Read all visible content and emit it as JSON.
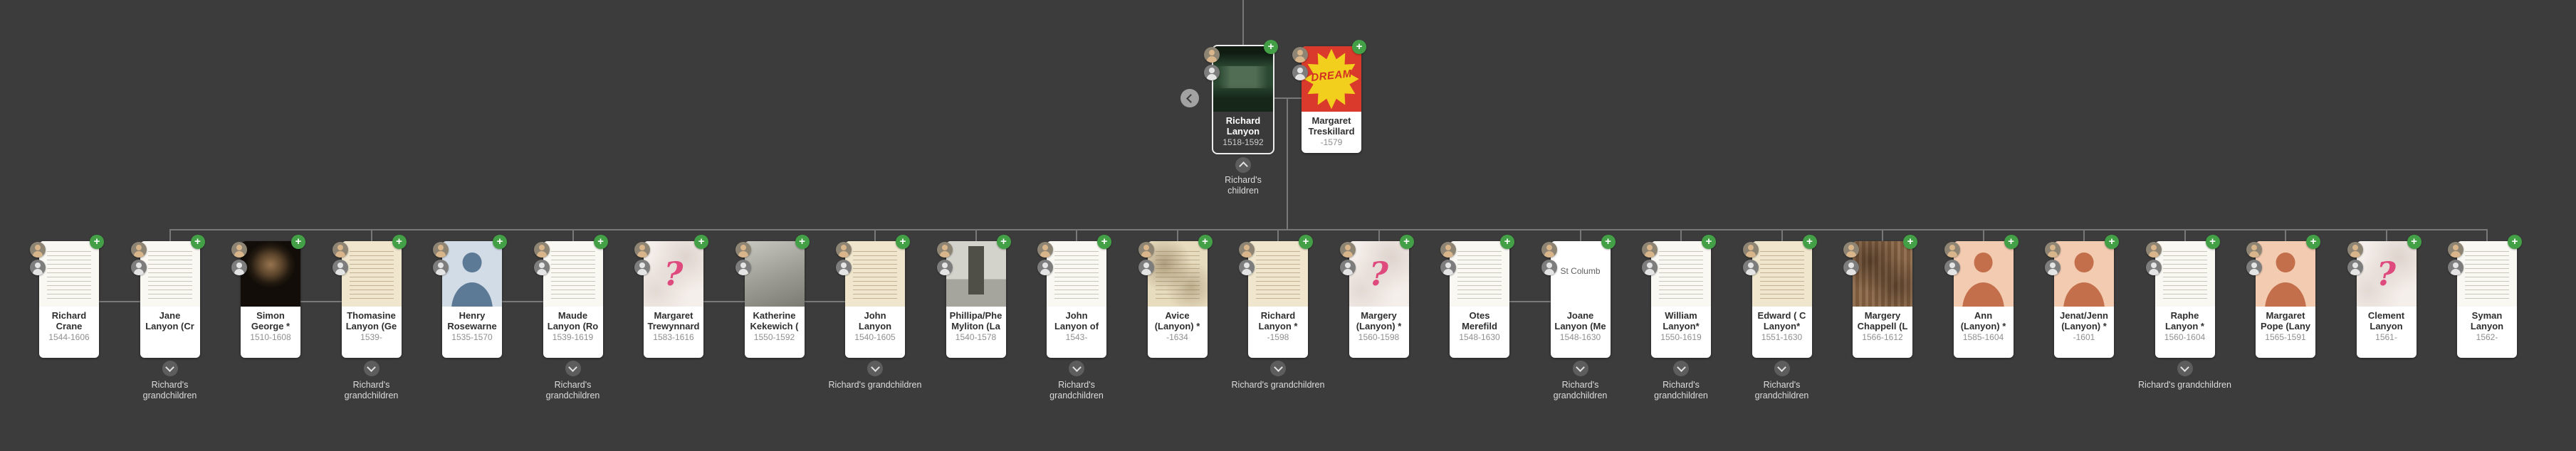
{
  "colors": {
    "background": "#3c3c3c",
    "line": "#787878",
    "card_bg": "#ffffff",
    "card_name": "#2f2f2f",
    "card_dates": "#8f8f8f",
    "selected_bg": "#3a3a3a",
    "selected_text": "#ffffff",
    "add_badge": "#43a047",
    "toggle_bg": "#5d5d5d",
    "toggle_glyph": "#e2e2e2",
    "label_text": "#dcdcdc",
    "back_btn_bg": "#a2a2a2",
    "question_pink": "#df4a7e"
  },
  "icons": {
    "add_relative": "+",
    "chevron_up": "chevron-up",
    "chevron_down": "chevron-down",
    "chevron_left": "chevron-left",
    "person_match": "person-silhouette"
  },
  "tree": {
    "children_toggle_label": "Richard's children",
    "expander_label": "Richard's grandchildren",
    "parents": [
      {
        "name": "Richard Lanyon",
        "dates": "1518-1592",
        "thumb": "greendoc",
        "selected": true
      },
      {
        "name": "Margaret Treskillard",
        "dates": "-1579",
        "thumb": "dream",
        "thumb_text": "DREAM",
        "selected": false
      }
    ],
    "children": [
      {
        "name": "Richard Crane",
        "dates": "1544-1606",
        "thumb": "doc-white",
        "relation": "spouse"
      },
      {
        "name": "Jane Lanyon (Cr",
        "dates": "",
        "thumb": "doc-white",
        "relation": "child"
      },
      {
        "name": "Simon George *",
        "dates": "1510-1608",
        "thumb": "portrait",
        "relation": "spouse"
      },
      {
        "name": "Thomasine Lanyon (Ge",
        "dates": "1539-",
        "thumb": "doc-beige",
        "relation": "child"
      },
      {
        "name": "Henry Rosewarne",
        "dates": "1535-1570",
        "thumb": "sil-blue",
        "relation": "spouse"
      },
      {
        "name": "Maude Lanyon (Ro",
        "dates": "1539-1619",
        "thumb": "doc-white",
        "relation": "child"
      },
      {
        "name": "Margaret Trewynnard",
        "dates": "1583-1616",
        "thumb": "question",
        "relation": "spouse"
      },
      {
        "name": "Katherine Kekewich (",
        "dates": "1550-1592",
        "thumb": "photo-gray",
        "relation": "spouse"
      },
      {
        "name": "John Lanyon",
        "dates": "1540-1605",
        "thumb": "doc-beige",
        "relation": "child"
      },
      {
        "name": "Phillipa/Phe Myliton (La",
        "dates": "1540-1578",
        "thumb": "tower",
        "relation": "child"
      },
      {
        "name": "John Lanyon of",
        "dates": "1543-",
        "thumb": "doc-white",
        "relation": "child"
      },
      {
        "name": "Avice (Lanyon) *",
        "dates": "-1634",
        "thumb": "doc-aged",
        "relation": "child"
      },
      {
        "name": "Richard Lanyon *",
        "dates": "-1598",
        "thumb": "doc-beige",
        "relation": "child"
      },
      {
        "name": "Margery (Lanyon) *",
        "dates": "1560-1598",
        "thumb": "question",
        "relation": "child"
      },
      {
        "name": "Otes Merefild",
        "dates": "1548-1630",
        "thumb": "doc-white",
        "relation": "spouse"
      },
      {
        "name": "Joane Lanyon (Me",
        "dates": "1548-1630",
        "thumb": "stcolumb",
        "thumb_text": "St Columb",
        "relation": "child"
      },
      {
        "name": "William Lanyon*",
        "dates": "1550-1619",
        "thumb": "doc-white",
        "relation": "child"
      },
      {
        "name": "Edward ( C Lanyon*",
        "dates": "1551-1630",
        "thumb": "doc-beige",
        "relation": "child"
      },
      {
        "name": "Margery Chappell (L",
        "dates": "1566-1612",
        "thumb": "tapestry",
        "relation": "child"
      },
      {
        "name": "Ann (Lanyon) *",
        "dates": "1585-1604",
        "thumb": "sil-orange",
        "relation": "child"
      },
      {
        "name": "Jenat/Jenn (Lanyon) *",
        "dates": "-1601",
        "thumb": "sil-orange",
        "relation": "child"
      },
      {
        "name": "Raphe Lanyon *",
        "dates": "1560-1604",
        "thumb": "doc-white",
        "relation": "child"
      },
      {
        "name": "Margaret Pope (Lany",
        "dates": "1565-1591",
        "thumb": "sil-orange",
        "relation": "child"
      },
      {
        "name": "Clement Lanyon",
        "dates": "1561-",
        "thumb": "question",
        "relation": "child"
      },
      {
        "name": "Syman Lanyon",
        "dates": "1562-",
        "thumb": "doc-white",
        "relation": "child"
      }
    ],
    "spouse_links": [
      [
        0,
        1
      ],
      [
        2,
        3
      ],
      [
        4,
        5
      ],
      [
        6,
        7
      ],
      [
        7,
        8
      ],
      [
        14,
        15
      ]
    ],
    "expanders": [
      {
        "card": 1,
        "wrap": true
      },
      {
        "card": 3,
        "wrap": true
      },
      {
        "card": 5,
        "wrap": true
      },
      {
        "card": 8,
        "wrap": false
      },
      {
        "card": 10,
        "wrap": true
      },
      {
        "card": 12,
        "wrap": false
      },
      {
        "card": 15,
        "wrap": true
      },
      {
        "card": 16,
        "wrap": true
      },
      {
        "card": 17,
        "wrap": true
      },
      {
        "card": 21,
        "wrap": false
      }
    ]
  }
}
